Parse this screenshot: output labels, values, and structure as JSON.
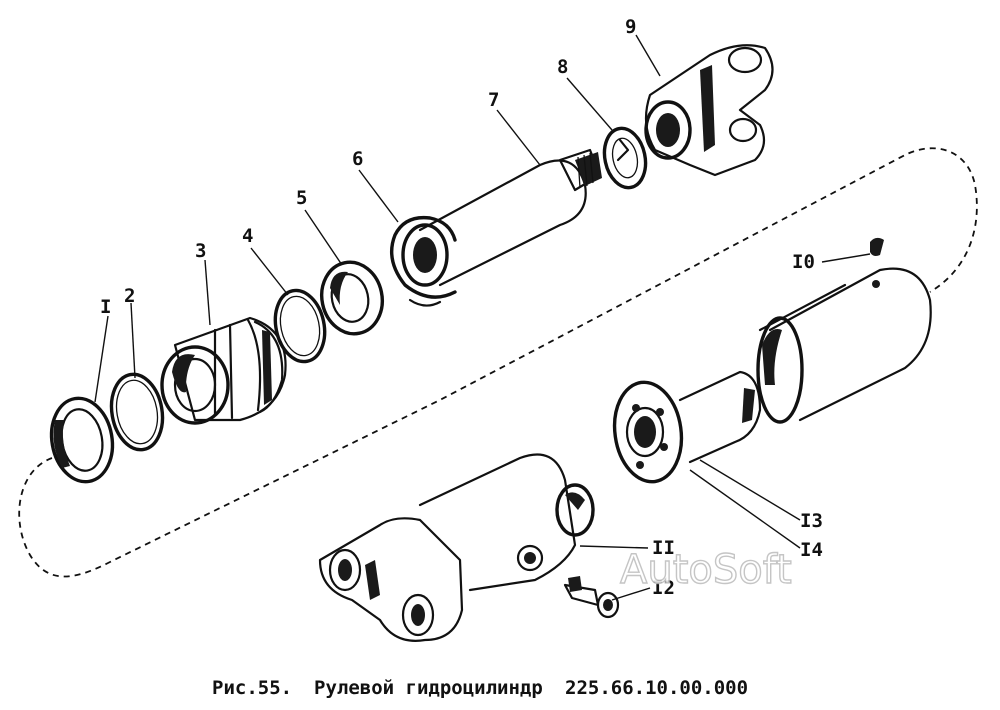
{
  "figure": {
    "caption_prefix": "Рис.55.",
    "caption_title": "Рулевой гидроцилиндр",
    "caption_code": "225.66.10.00.000"
  },
  "watermark": "AutoSoft",
  "callouts": [
    "I",
    "2",
    "3",
    "4",
    "5",
    "6",
    "7",
    "8",
    "9",
    "I0",
    "II",
    "I2",
    "I3",
    "I4"
  ]
}
